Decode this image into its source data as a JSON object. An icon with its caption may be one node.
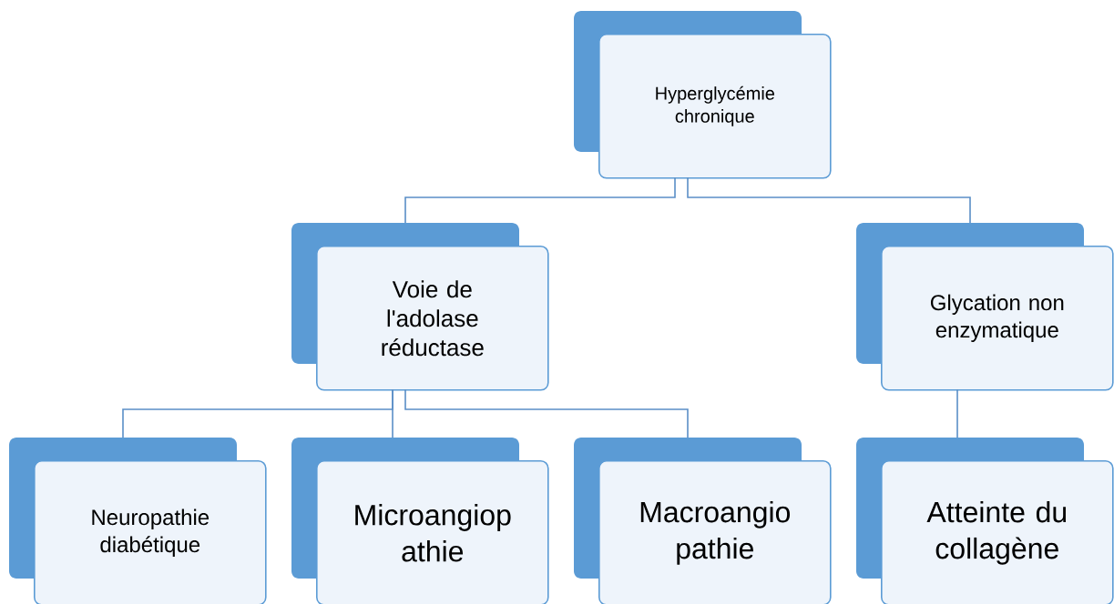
{
  "diagram": {
    "nodes": [
      {
        "text": [
          "Hyperglycémie chronique"
        ]
      },
      {
        "text": [
          "Voie de l'adolase réductase"
        ]
      },
      {
        "text": [
          "Glycation non enzymatique"
        ]
      },
      {
        "text": [
          "Neuropathie diabétique"
        ]
      },
      {
        "text": [
          "Microangiop athie"
        ]
      },
      {
        "text": [
          "Macroangio pathie"
        ]
      },
      {
        "text": [
          "Atteinte du collagène"
        ]
      }
    ],
    "edges": [
      {
        "from": 0,
        "to": 1,
        "arrow": "none"
      },
      {
        "from": 0,
        "to": 2,
        "arrow": "none"
      },
      {
        "from": 1,
        "to": 3,
        "arrow": "none"
      },
      {
        "from": 1,
        "to": 4,
        "arrow": "none"
      },
      {
        "from": 1,
        "to": 5,
        "arrow": "none"
      },
      {
        "from": 2,
        "to": 6,
        "arrow": "none"
      }
    ]
  }
}
